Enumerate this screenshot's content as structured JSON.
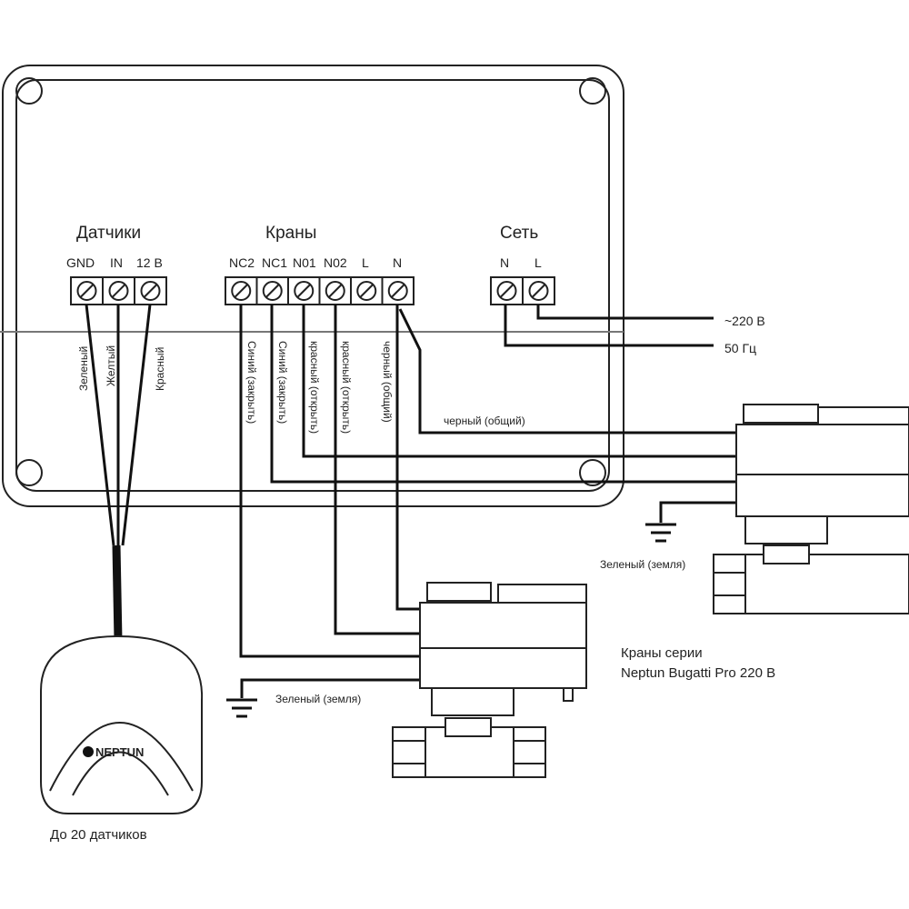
{
  "groups": {
    "sensors": "Датчики",
    "valves": "Краны",
    "mains": "Сеть"
  },
  "sensor_pins": [
    "GND",
    "IN",
    "12 В"
  ],
  "valve_pins": [
    "NC2",
    "NC1",
    "N01",
    "N02",
    "L",
    "N"
  ],
  "mains_pins": [
    "N",
    "L"
  ],
  "sensor_wires": [
    "Зеленый",
    "Желтый",
    "Красный"
  ],
  "valve_wires": [
    "Синий (закрыть)",
    "Синий (закрыть)",
    "красный (открыть)",
    "красный (открыть)",
    "черный (общий)"
  ],
  "common_wire": "черный (общий)",
  "mains_labels": [
    "~220 В",
    "50 Гц"
  ],
  "ground_label": "Зеленый (земля)",
  "valves_caption": [
    "Краны серии",
    "Neptun Bugatti Pro 220 В"
  ],
  "sensor_caption": "До 20 датчиков",
  "logo": "NEPTUN"
}
